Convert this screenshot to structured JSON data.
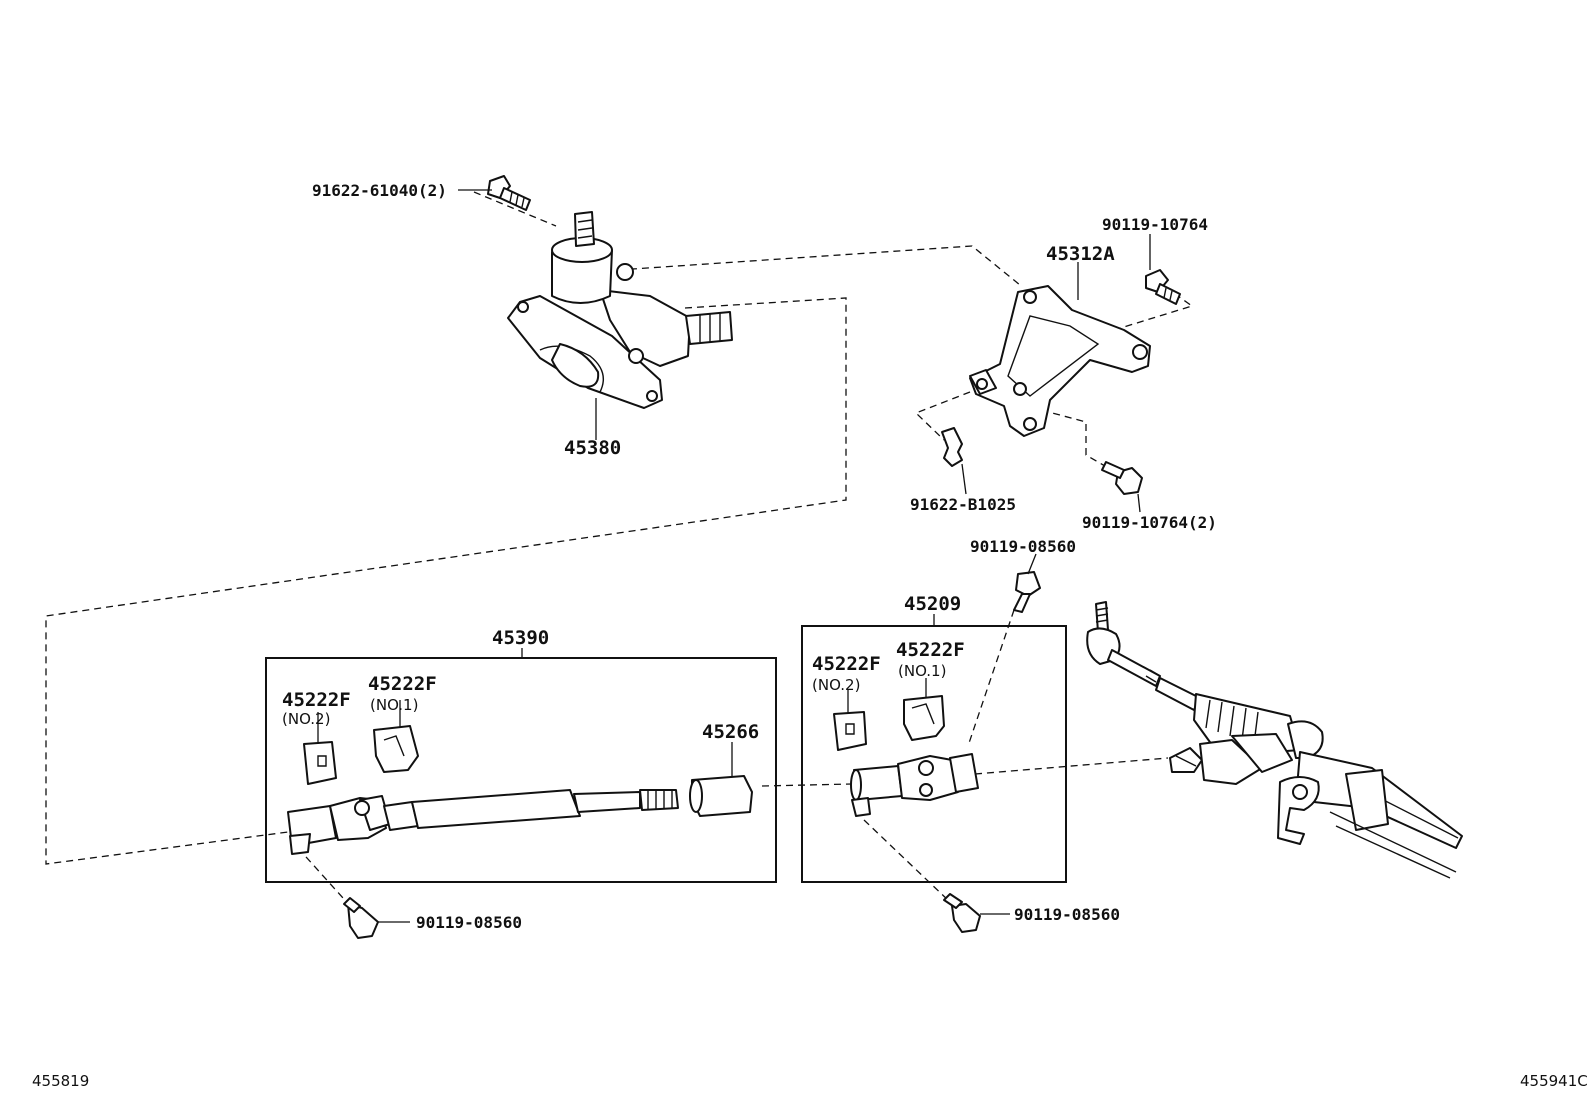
{
  "diagram": {
    "labels": {
      "bolt_91622_61040": "91622-61040(2)",
      "bolt_90119_10764_top": "90119-10764",
      "bracket_45312A": "45312A",
      "gearbox_45380": "45380",
      "bolt_91622_B1025": "91622-B1025",
      "bolt_90119_10764_2": "90119-10764(2)",
      "bolt_90119_08560_top": "90119-08560",
      "shaft_45209": "45209",
      "shaft_45390": "45390",
      "clip_left_no2": "45222F",
      "clip_left_no2_sub": "(NO.2)",
      "clip_left_no1": "45222F",
      "clip_left_no1_sub": "(NO.1)",
      "clip_right_no2": "45222F",
      "clip_right_no2_sub": "(NO.2)",
      "clip_right_no1": "45222F",
      "clip_right_no1_sub": "(NO.1)",
      "sleeve_45266": "45266",
      "bolt_90119_08560_left": "90119-08560",
      "bolt_90119_08560_right": "90119-08560"
    },
    "footer": {
      "left_code": "455819",
      "right_code": "455941C"
    }
  }
}
